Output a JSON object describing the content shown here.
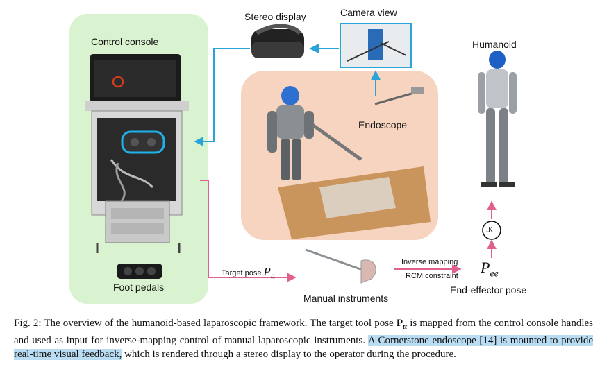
{
  "figure": {
    "labels": {
      "control_console": "Control console",
      "stereo_display": "Stereo display",
      "camera_view": "Camera view",
      "humanoid": "Humanoid",
      "endoscope": "Endoscope",
      "foot_pedals": "Foot pedals",
      "target_pose": "Target pose",
      "target_pose_symbol": "P",
      "target_pose_sub": "tt",
      "manual_instruments": "Manual instruments",
      "inverse_mapping": "Inverse mapping",
      "rcm_constraint": "RCM constraint",
      "ee_symbol": "P",
      "ee_sub": "ee",
      "ik": "IK",
      "end_effector_pose": "End-effector pose"
    },
    "colors": {
      "console_panel": "#d9f2cf",
      "robot_panel": "#f6d4c0",
      "blue_arrow": "#2aa3d8",
      "pink_arrow": "#e0608f",
      "highlight": "#b9dcf2"
    }
  },
  "caption": {
    "prefix": "Fig. 2: The overview of the humanoid-based laparoscopic framework. The target tool pose ",
    "bold_symbol": "P",
    "bold_sub": "tt",
    "middle": " is mapped from the control console handles and used as input for inverse-mapping control of manual laparoscopic instruments. ",
    "highlighted": "A Cornerstone endoscope [14] is mounted to provide real-time visual feedback,",
    "suffix": " which is rendered through a stereo display to the operator during the procedure."
  }
}
